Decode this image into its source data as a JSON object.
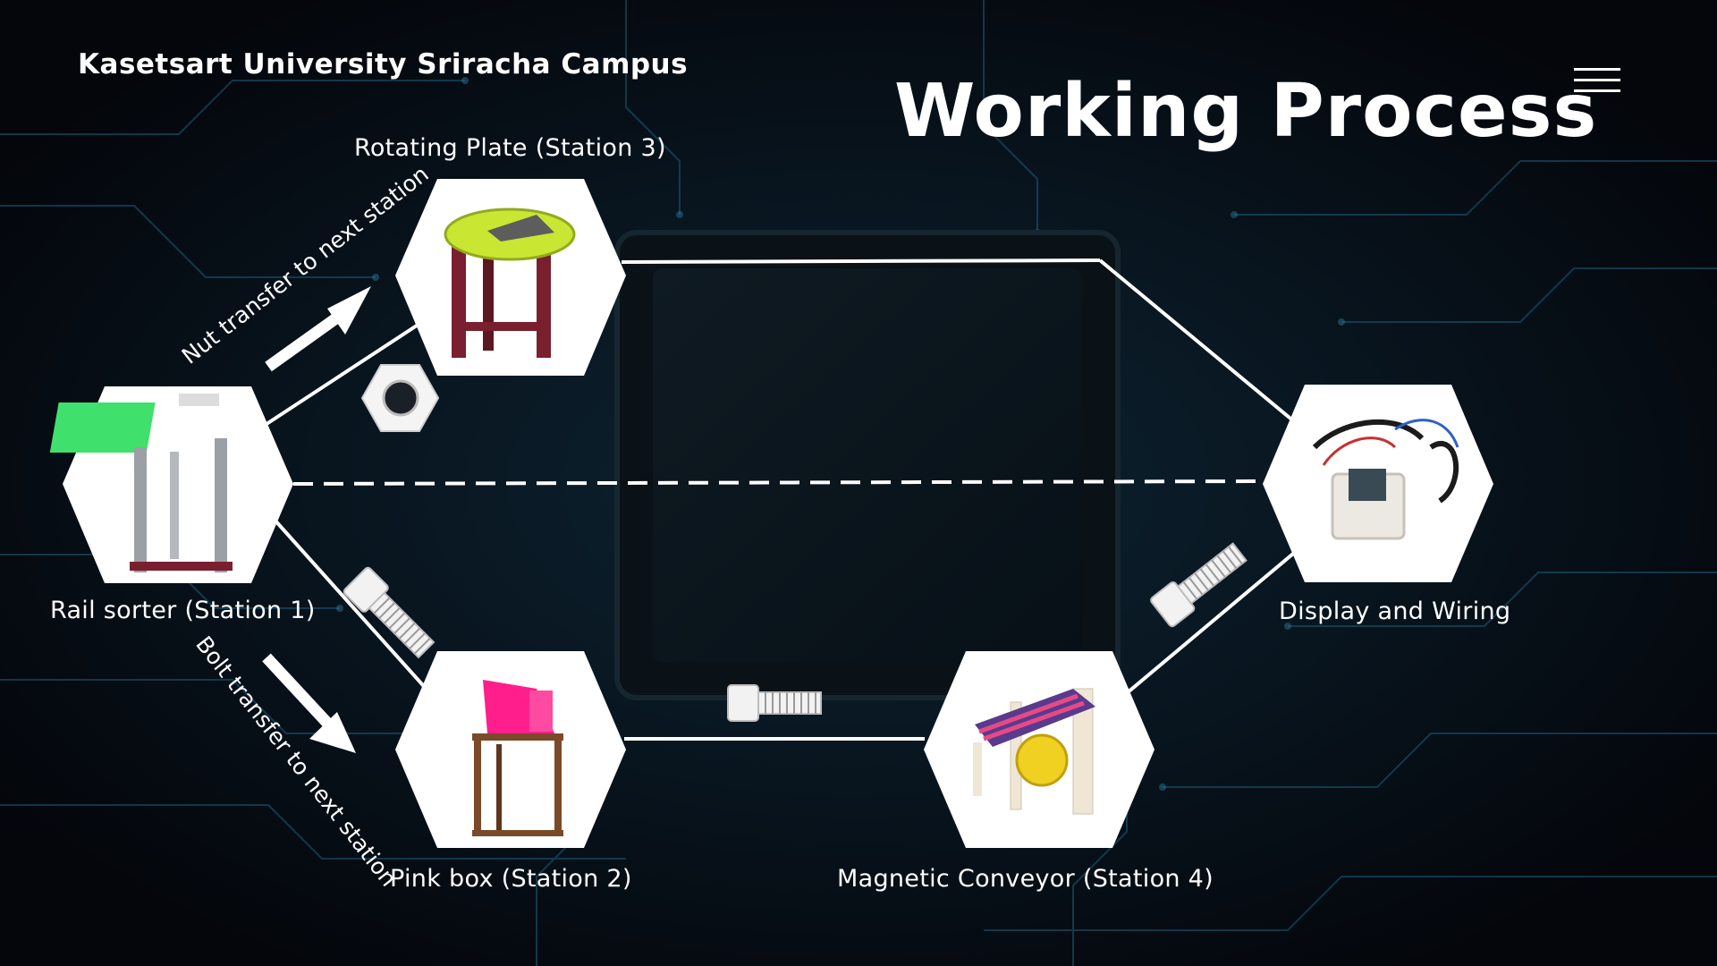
{
  "header": {
    "organization": "Kasetsart University Sriracha Campus",
    "title": "Working Process"
  },
  "stations": {
    "rail_sorter": "Rail sorter (Station 1)",
    "rotating_plate": "Rotating Plate (Station 3)",
    "pink_box": "Pink box (Station 2)",
    "magnetic_conveyor": "Magnetic Conveyor (Station 4)",
    "display_wiring": "Display and Wiring"
  },
  "transfers": {
    "nut": "Nut transfer to next station",
    "bolt": "Bolt transfer to next station"
  },
  "icons": [
    "hamburger-menu-icon",
    "nut-icon",
    "bolt-icon"
  ],
  "colors": {
    "background": "#05070d",
    "circuit": "#1f6f8b",
    "lines": "#ffffff"
  }
}
